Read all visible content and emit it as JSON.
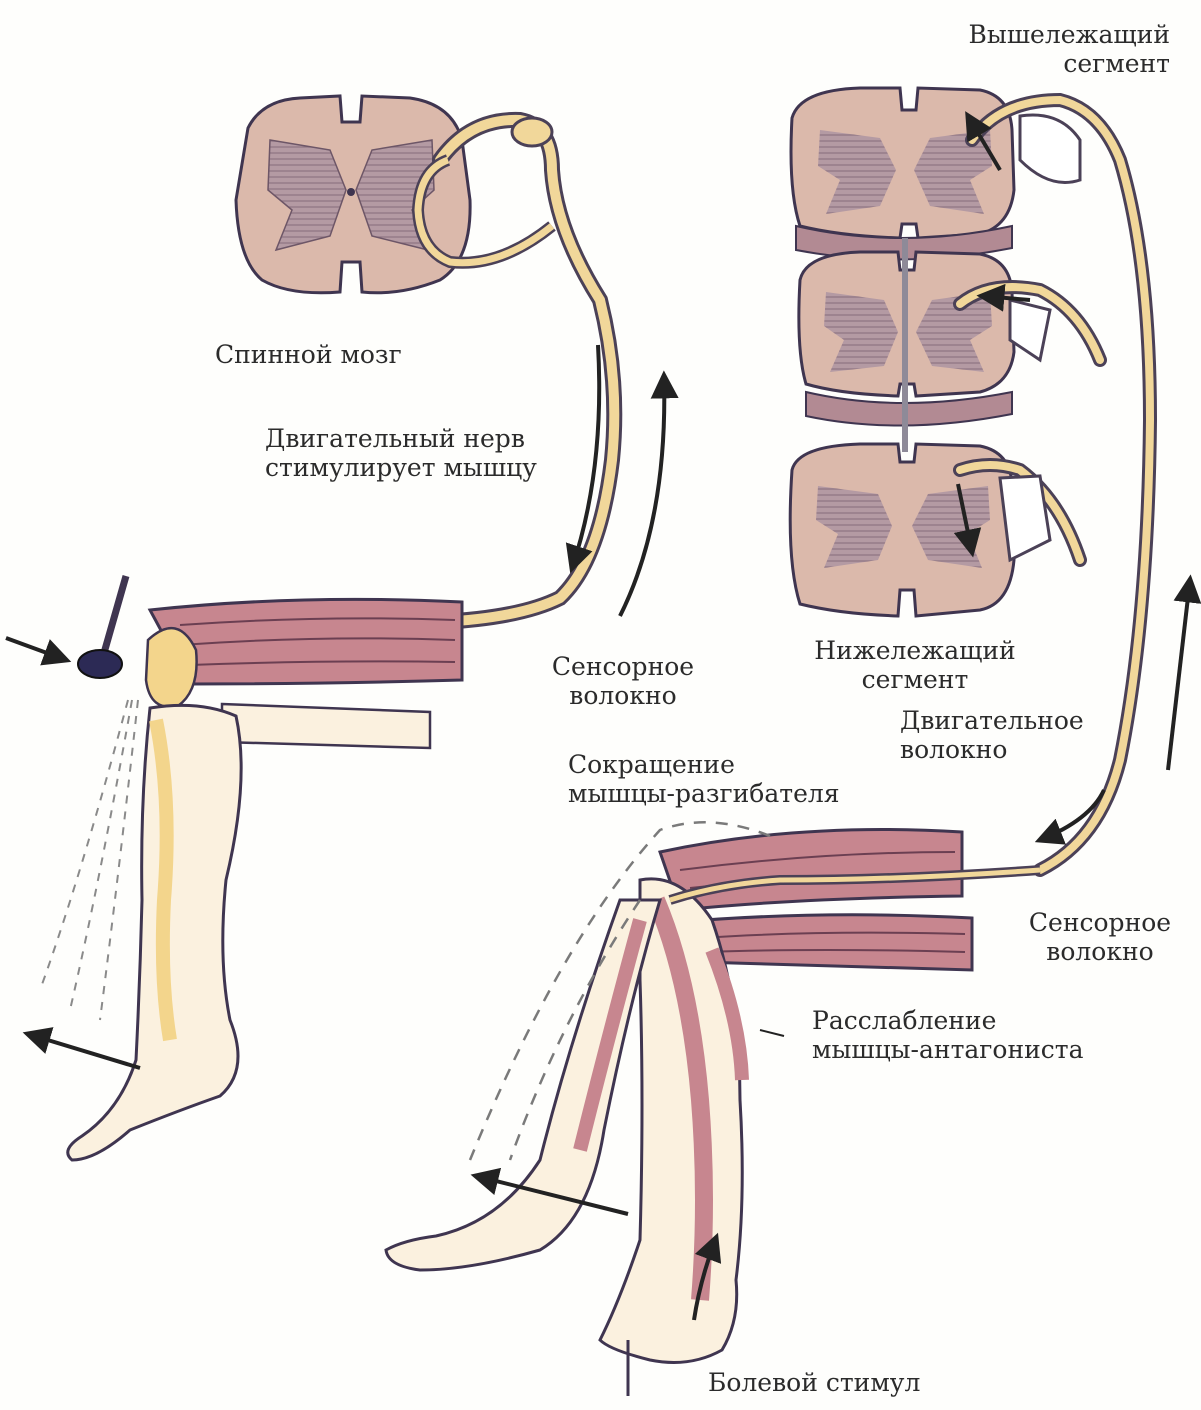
{
  "colors": {
    "spinal_cord_fill": "#d9b8ab",
    "grey_matter": "#a98c98",
    "nerve_fill": "#f1d79a",
    "nerve_outline": "#4b4157",
    "muscle": "#c7868f",
    "skin": "#fbf1df",
    "bone": "#f3d58c",
    "arrow": "#222222"
  },
  "icons": {
    "hammer": "reflex-hammer-icon",
    "direction_arrow": "arrow-icon"
  },
  "labels": {
    "spinal_cord": "Спинной мозг",
    "motor_nerve_line1": "Двигательный нерв",
    "motor_nerve_line2": "стимулирует мышцу",
    "sensory_left_line1": "Сенсорное",
    "sensory_left_line2": "волокно",
    "upper_segment_line1": "Вышележащий",
    "upper_segment_line2": "сегмент",
    "lower_segment_line1": "Нижележащий",
    "lower_segment_line2": "сегмент",
    "motor_fiber_line1": "Двигательное",
    "motor_fiber_line2": "волокно",
    "extensor_line1": "Сокращение",
    "extensor_line2": "мышцы-разгибателя",
    "sensory_right_line1": "Сенсорное",
    "sensory_right_line2": "волокно",
    "antagonist_line1": "Расслабление",
    "antagonist_line2": "мышцы-антагониста",
    "pain_stimulus": "Болевой стимул"
  }
}
